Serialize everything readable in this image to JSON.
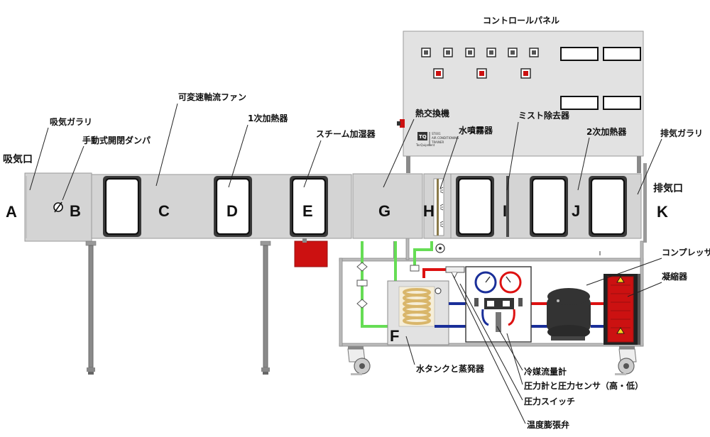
{
  "labels": {
    "intake_opening": "吸気口",
    "intake_louver": "吸気ガラリ",
    "manual_damper": "手動式開閉ダンパ",
    "axial_fan": "可変速軸流ファン",
    "primary_heater": "1次加熱器",
    "steam_humidifier": "スチーム加湿器",
    "control_panel": "コントロールパネル",
    "heat_exchanger": "熱交換機",
    "water_sprayer": "水噴霧器",
    "mist_eliminator": "ミスト除去器",
    "secondary_heater": "2次加熱器",
    "exhaust_louver": "排気ガラリ",
    "exhaust_opening": "排気口",
    "compressor": "コンプレッサ",
    "condenser": "凝縮器",
    "tank_evaporator": "水タンクと蒸発器",
    "refrigerant_flowmeter": "冷媒流量計",
    "pressure_gauge_sensor": "圧力計と圧力センサ（高・低）",
    "pressure_switch": "圧力スイッチ",
    "expansion_valve": "温度膨張弁"
  },
  "section_letters": [
    "A",
    "B",
    "C",
    "D",
    "E",
    "F",
    "G",
    "H",
    "I",
    "J",
    "K"
  ],
  "logo": {
    "mark": "TQ",
    "line1": "ST001",
    "line2": "AIR CONDITIONING",
    "line3": "TRAINER",
    "brand": "TecQuipment"
  },
  "colors": {
    "duct": "#d4d4d4",
    "panel": "#e2e2e2",
    "water_pipe": "#66dd55",
    "hot_line": "#dd1111",
    "cold_line": "#1a2f99",
    "condenser": "#cc1111",
    "humidifier": "#cc1111",
    "compressor": "#333333"
  }
}
